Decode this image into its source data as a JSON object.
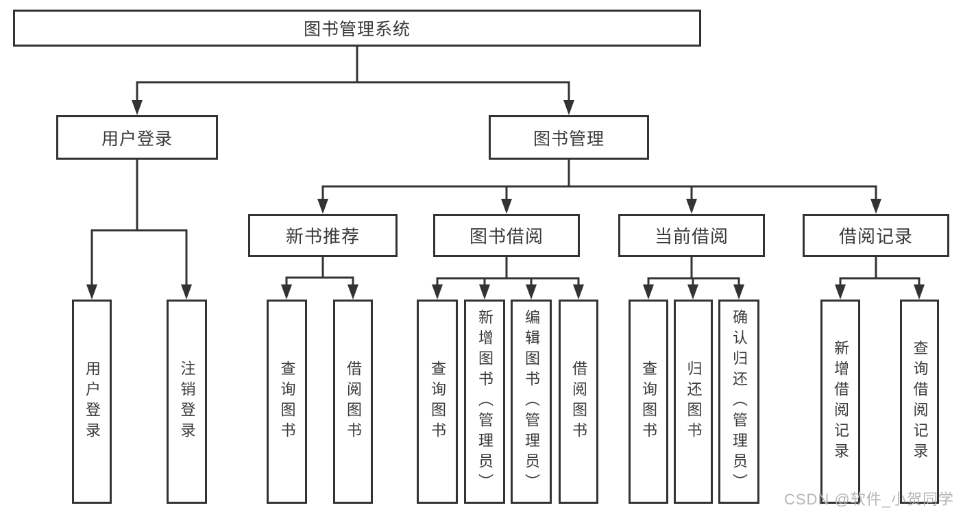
{
  "diagram": {
    "root": {
      "label": "图书管理系统"
    },
    "level1": [
      {
        "label": "用户登录"
      },
      {
        "label": "图书管理"
      }
    ],
    "level2": [
      {
        "label": "新书推荐"
      },
      {
        "label": "图书借阅"
      },
      {
        "label": "当前借阅"
      },
      {
        "label": "借阅记录"
      }
    ],
    "leaves": [
      {
        "label": "用户登录"
      },
      {
        "label": "注销登录"
      },
      {
        "label": "查询图书"
      },
      {
        "label": "借阅图书"
      },
      {
        "label": "查询图书"
      },
      {
        "label": "新增图书（管理员）"
      },
      {
        "label": "编辑图书（管理员）"
      },
      {
        "label": "借阅图书"
      },
      {
        "label": "查询图书"
      },
      {
        "label": "归还图书"
      },
      {
        "label": "确认归还（管理员）"
      },
      {
        "label": "新增借阅记录"
      },
      {
        "label": "查询借阅记录"
      }
    ]
  },
  "watermark": {
    "text": "CSDN @软件_小贺同学"
  },
  "colors": {
    "line": "#333333",
    "text": "#3a3a3a",
    "watermark": "#b3b3b3",
    "background": "#ffffff"
  }
}
